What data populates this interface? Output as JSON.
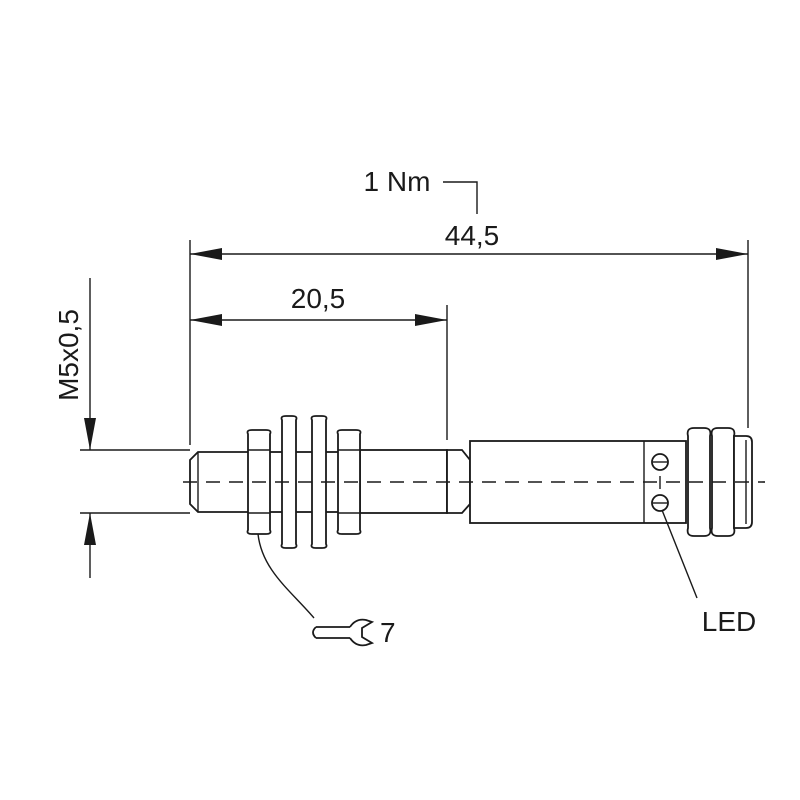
{
  "dimensions": {
    "overall_length": "44,5",
    "thread_length": "20,5",
    "thread_size": "M5x0,5"
  },
  "annotations": {
    "tightening_torque": "1 Nm",
    "wrench_size": "7",
    "led_label": "LED"
  },
  "icons": {
    "wrench": "open-end-wrench-icon"
  },
  "colors": {
    "line": "#1a1a1a",
    "background": "#ffffff"
  }
}
